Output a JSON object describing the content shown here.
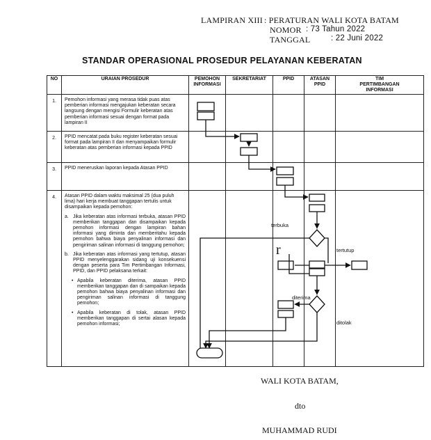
{
  "header": {
    "lampiran_label": "LAMPIRAN XIII",
    "lampiran_value": ": PERATURAN WALI KOTA BATAM",
    "nomor_label": "NOMOR",
    "nomor_value": ": 73 Tahun 2022",
    "tanggal_label": "TANGGAL",
    "tanggal_value": ": 22 Juni 2022"
  },
  "title": "STANDAR OPERASIONAL PROSEDUR PELAYANAN KEBERATAN",
  "table": {
    "columns": [
      "NO",
      "URAIAN PROSEDUR",
      "PEMOHON INFORMASI",
      "SEKRETARIAT",
      "PPID",
      "ATASAN PPID",
      "TIM PERTIMBANGAN INFORMASI"
    ],
    "columns_display": {
      "pemohon_l1": "PEMOHON",
      "pemohon_l2": "INFORMASI",
      "atasan_l1": "ATASAN",
      "atasan_l2": "PPID",
      "tim_l1": "TIM",
      "tim_l2": "PERTIMBANGAN",
      "tim_l3": "INFORMASI"
    },
    "rows": [
      {
        "no": "1.",
        "text": "Pemohon informasi yang merasa tidak puas atas pemberian informasi mengajukan keberatan secara langsung dengan mengisi Formulir keberatan atas pemberian informasi sesuai dengan format pada lampiran II"
      },
      {
        "no": "2.",
        "text": "PPID mencatat pada buku register keberatan sesuai format pada lampiran II dan menyampaikan formulir keberatan atas pemberian informasi kepada PPID"
      },
      {
        "no": "3.",
        "text": "PPID meneruskan laporan kepada Atasan PPID"
      },
      {
        "no": "4.",
        "text": "Atasan PPID dalam waktu maksimal 25 (dua puluh lima) hari kerja membuat tanggapan tertulis untuk disampaikan kepada pemohon:",
        "sub_a_marker": "a.",
        "sub_a": "Jika keberatan atas informasi terbuka, atasan PPID memberikan tanggapan dan disampaikan kepada pemohon informasi dengan lampiran bahan informasi yang diminta dan memberitahu kepada pemohon bahwa biaya penyalinan informasi dan pengiriman salinan informasi di tanggung pemohon;",
        "sub_b_marker": "b.",
        "sub_b": "Jika keberatan atas informasi yang tertutup, atasan PPID menyelenggarakan sidang uji konsekuensi dengan peserta para Tim Pertimbangan Informasi, PPID, dan PPID pelaksana terkait:",
        "bullet_marker": "•",
        "bullet_1": "Apabila keberatan diterima, atasan PPID memberikan tanggapan dan di sampaikan kepada pemohon bahwa biaya penyalinan informasi dan pengiriman salinan informasi di tanggung pemohon;",
        "bullet_2": "Apabila keberatan di tolak, atasan PPID memberikan tanggapan di sertai alasan kepada pemohon informasi;"
      }
    ]
  },
  "flow_labels": {
    "terbuka": "terbuka",
    "tertutup": "tertutup",
    "diterima": "diterima",
    "ditolak": "ditolak",
    "stray_mark": "r"
  },
  "signature": {
    "office": "WALI KOTA BATAM,",
    "dto": "dto",
    "name": "MUHAMMAD RUDI"
  }
}
